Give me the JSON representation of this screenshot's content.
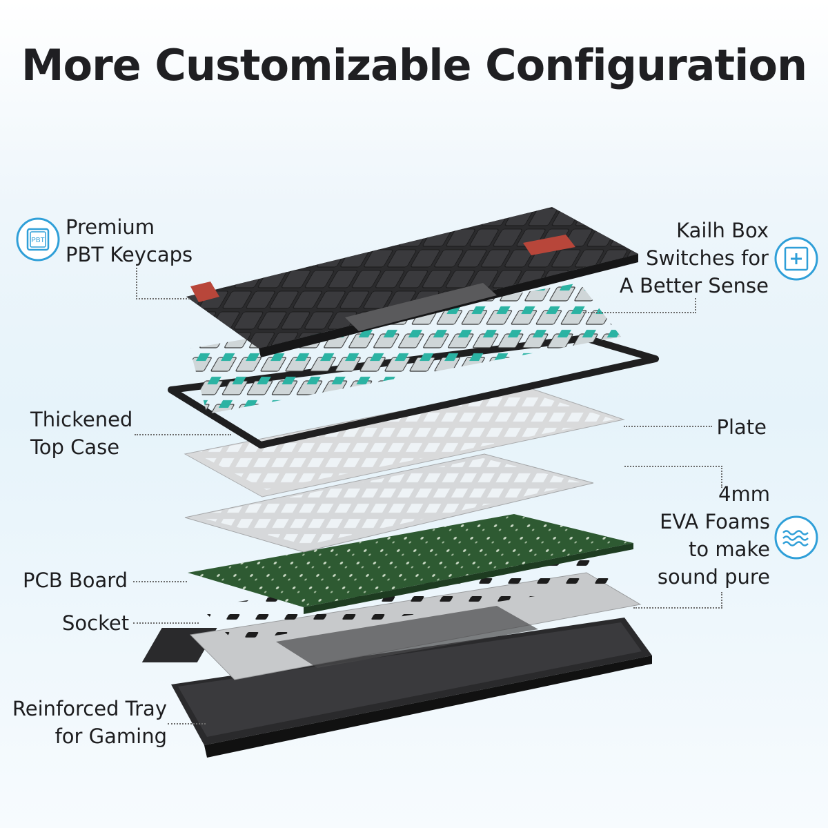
{
  "title": "More Customizable Configuration",
  "labels": {
    "keycaps": [
      "Premium",
      "PBT Keycaps"
    ],
    "switches": [
      "Kailh Box",
      "Switches for",
      "A Better Sense"
    ],
    "top_case": [
      "Thickened",
      "Top Case"
    ],
    "plate": "Plate",
    "foam": [
      "4mm",
      "EVA Foams",
      "to make",
      "sound pure"
    ],
    "pcb": "PCB Board",
    "socket": "Socket",
    "tray": [
      "Reinforced Tray",
      "for Gaming"
    ]
  },
  "icon_text": {
    "pbt": "PBT"
  },
  "icons": [
    "pbt-keycap-icon",
    "switch-icon",
    "wave-icon"
  ],
  "colors": {
    "accent": "#2f9fd8",
    "keycap_dark": "#2b2b2d",
    "keycap_gray": "#5a5a5c",
    "keycap_red": "#b8463a",
    "switch_teal": "#2bb3a3",
    "plate": "#d9dadb",
    "pcb": "#2e5a32",
    "tray": "#1e1e20"
  }
}
